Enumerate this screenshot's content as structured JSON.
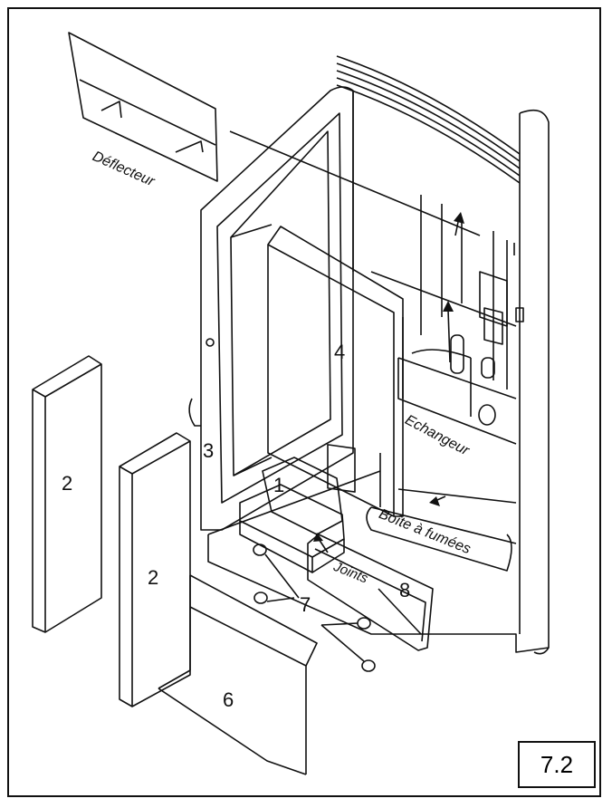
{
  "labels": {
    "deflecteur": "Déflecteur",
    "echangeur": "Echangeur",
    "boite_a_fumees": "Boîte à fumées",
    "joints": "Joints"
  },
  "part_numbers": {
    "p1": "1",
    "p2_left": "2",
    "p2_right": "2",
    "p3": "3",
    "p4": "4",
    "p6": "6",
    "p7": "7",
    "p8": "8"
  },
  "figure_number": "7.2",
  "colors": {
    "line": "#111111",
    "background": "#ffffff"
  }
}
